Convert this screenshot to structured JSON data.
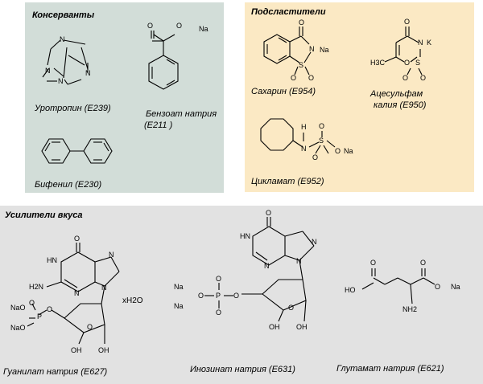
{
  "preservatives": {
    "heading": "Консерванты",
    "urotropin": {
      "name": "Уротропин (E239)",
      "atoms": [
        "N",
        "N",
        "N",
        "N"
      ]
    },
    "benzoate": {
      "name_line1": "Бензоат натрия",
      "name_line2": "(E211 )",
      "atoms": [
        "O",
        "O",
        "Na"
      ]
    },
    "biphenyl": {
      "name": "Бифенил (E230)"
    }
  },
  "sweeteners": {
    "heading": "Подсластители",
    "saccharin": {
      "name": "Сахарин (E954)",
      "atoms": [
        "O",
        "N",
        "Na",
        "S",
        "O",
        "O"
      ]
    },
    "acesulfame": {
      "name_line1": "Ацесульфам",
      "name_line2": "калия (E950)",
      "atoms": [
        "O",
        "N",
        "K",
        "H3C",
        "O",
        "S",
        "O",
        "O"
      ]
    },
    "cyclamate": {
      "name": "Цикламат (E952)",
      "atoms": [
        "H",
        "N",
        "S",
        "O",
        "O",
        "O",
        "Na"
      ]
    }
  },
  "enhancers": {
    "heading": "Усилители вкуса",
    "guanylate": {
      "name": "Гуанилат натрия (E627)",
      "atoms": [
        "O",
        "HN",
        "N",
        "H2N",
        "N",
        "N",
        "NaO",
        "NaO",
        "P",
        "O",
        "O",
        "O",
        "OH",
        "OH",
        "xH2O"
      ]
    },
    "inosinate": {
      "name": "Инозинат натрия (E631)",
      "atoms": [
        "O",
        "HN",
        "N",
        "N",
        "N",
        "Na",
        "Na",
        "O",
        "P",
        "O",
        "O",
        "O",
        "O",
        "OH",
        "OH"
      ]
    },
    "glutamate": {
      "name": "Глутамат натрия (E621)",
      "atoms": [
        "O",
        "O",
        "HO",
        "O",
        "Na",
        "NH2"
      ]
    }
  }
}
